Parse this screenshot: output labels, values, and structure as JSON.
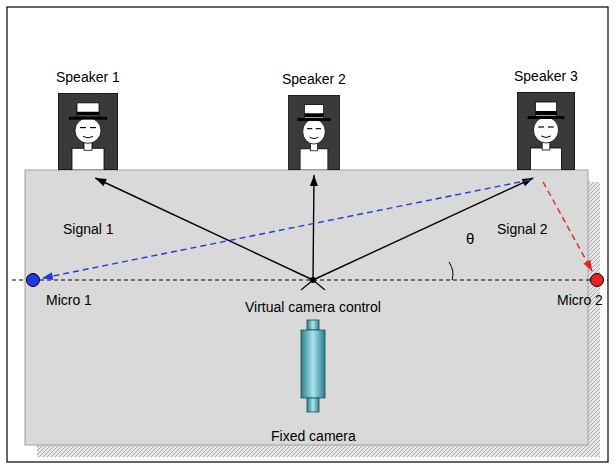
{
  "diagram": {
    "nodes": [
      {
        "text": [
          "Speaker 1"
        ]
      },
      {
        "text": [
          "Speaker 2"
        ]
      },
      {
        "text": [
          "Speaker 3"
        ]
      },
      {
        "text": [
          "Micro 1"
        ]
      },
      {
        "text": [
          "Virtual camera control"
        ]
      },
      {
        "text": [
          "Micro 2"
        ]
      },
      {
        "text": [
          "Fixed camera"
        ]
      }
    ],
    "edges": [
      {
        "from": 4,
        "to": 0,
        "arrow": "to"
      },
      {
        "from": 4,
        "to": 1,
        "arrow": "to"
      },
      {
        "from": 4,
        "to": 2,
        "arrow": "to"
      },
      {
        "from": 2,
        "to": 3,
        "label": "Signal 1",
        "arrow": "to"
      },
      {
        "from": 2,
        "to": 5,
        "label": "Signal 2",
        "arrow": "to"
      }
    ],
    "labels": [
      "θ"
    ]
  }
}
